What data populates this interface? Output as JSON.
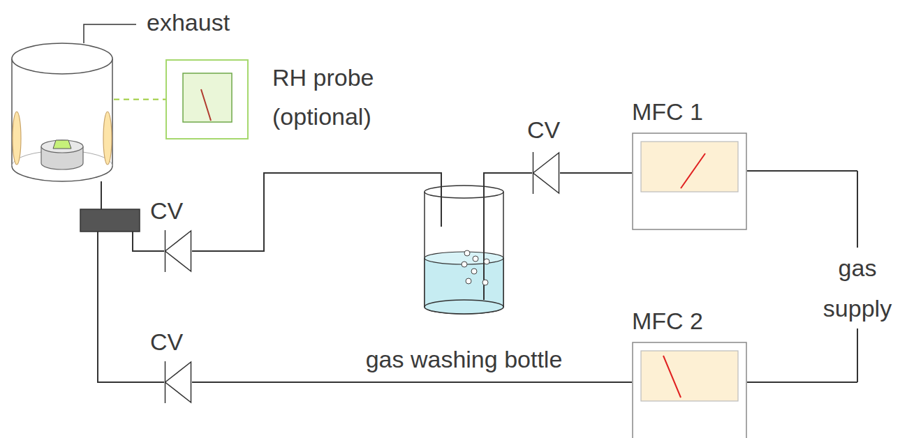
{
  "diagram": {
    "nodes": [
      {
        "text": [
          "exhaust"
        ]
      },
      {
        "text": [
          "RH probe (optional)"
        ]
      },
      {
        "text": [
          "CV"
        ]
      },
      {
        "text": [
          "MFC 1"
        ]
      },
      {
        "text": [
          "CV"
        ]
      },
      {
        "text": [
          "gas washing bottle"
        ]
      },
      {
        "text": [
          "CV"
        ]
      },
      {
        "text": [
          "MFC 2"
        ]
      }
    ],
    "edges": [
      {
        "from": 3,
        "to": 2,
        "arrow": "none"
      },
      {
        "from": 2,
        "to": 5,
        "arrow": "none"
      },
      {
        "from": 5,
        "to": 4,
        "arrow": "none"
      },
      {
        "from": 4,
        "to": 0,
        "arrow": "none"
      },
      {
        "from": 7,
        "to": 6,
        "arrow": "none"
      },
      {
        "from": 6,
        "to": 0,
        "arrow": "none"
      },
      {
        "from": 0,
        "to": 1,
        "arrow": "none"
      }
    ],
    "labels": [
      "gas supply"
    ]
  }
}
